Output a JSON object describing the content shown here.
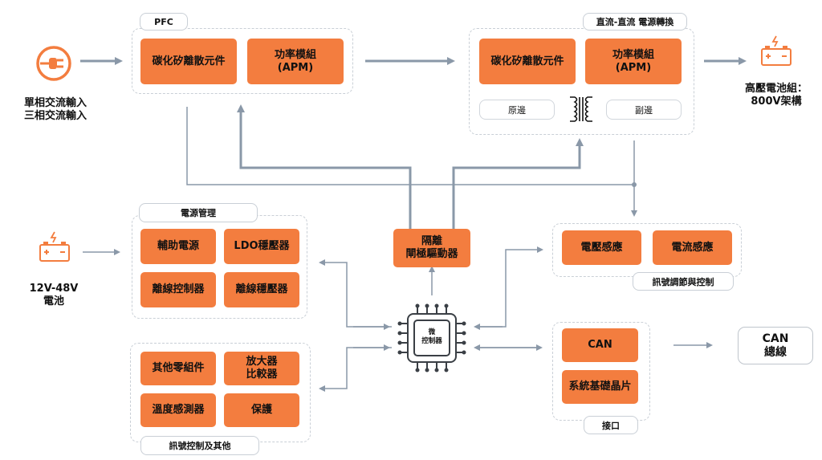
{
  "inputs": {
    "ac_label": "單相交流輸入\n三相交流輸入",
    "battery_label": "12V-48V\n電池",
    "ac_icon": "power-plug-icon",
    "battery_icon": "battery-icon"
  },
  "pfc": {
    "tag": "PFC",
    "sic": "碳化矽離散元件",
    "apm": "功率模組\n(APM)"
  },
  "dcdc": {
    "tag": "直流-直流 電源轉換",
    "sic": "碳化矽離散元件",
    "apm": "功率模組\n(APM)",
    "primary": "原邊",
    "secondary": "副邊",
    "transformer_icon": "transformer-icon"
  },
  "output": {
    "hv_battery": "高壓電池組：\n800V架構",
    "hv_icon": "battery-icon"
  },
  "power_mgmt": {
    "tag": "電源管理",
    "aux": "輔助電源",
    "ldo": "LDO穩壓器",
    "offline_ctrl": "離線控制器",
    "offline_reg": "離線穩壓器"
  },
  "driver": {
    "label": "隔離\n閘極驅動器"
  },
  "sensing": {
    "tag": "訊號調節與控制",
    "voltage": "電壓感應",
    "current": "電流感應"
  },
  "mcu": {
    "label": "微\n控制器",
    "icon": "microcontroller-chip-icon"
  },
  "signal": {
    "tag": "訊號控制及其他",
    "other": "其他零組件",
    "amp": "放大器\n比較器",
    "temp": "溫度感測器",
    "protect": "保護"
  },
  "interface": {
    "tag": "接口",
    "can": "CAN",
    "sbc": "系統基礎晶片"
  },
  "can_bus": {
    "label": "CAN\n總線"
  },
  "colors": {
    "orange": "#f37d3f",
    "wire": "#8a98a8",
    "dash": "#c9cfd6"
  }
}
